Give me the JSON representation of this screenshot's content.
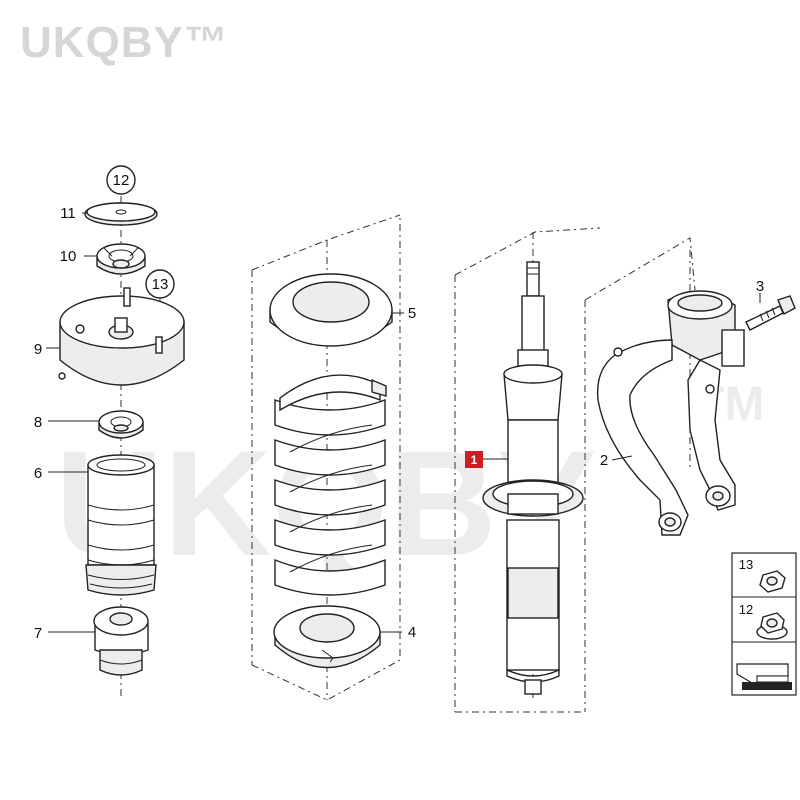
{
  "brand": {
    "text": "UKQBY™"
  },
  "watermark": {
    "text": "UKQBY",
    "tm": "TM"
  },
  "callouts": {
    "c1": "1",
    "c2": "2",
    "c3": "3",
    "c4": "4",
    "c5": "5",
    "c6": "6",
    "c7": "7",
    "c8": "8",
    "c9": "9",
    "c10": "10",
    "c11": "11",
    "c12": "12",
    "c13": "13"
  },
  "legend": {
    "l13": "13",
    "l12": "12"
  },
  "colors": {
    "highlight": "#cc1f1f",
    "ink": "#222222",
    "brand_gray": "#d6d6d6"
  },
  "icons": [
    "direction-arrow-icon",
    "hex-nut-icon",
    "flange-nut-icon"
  ]
}
